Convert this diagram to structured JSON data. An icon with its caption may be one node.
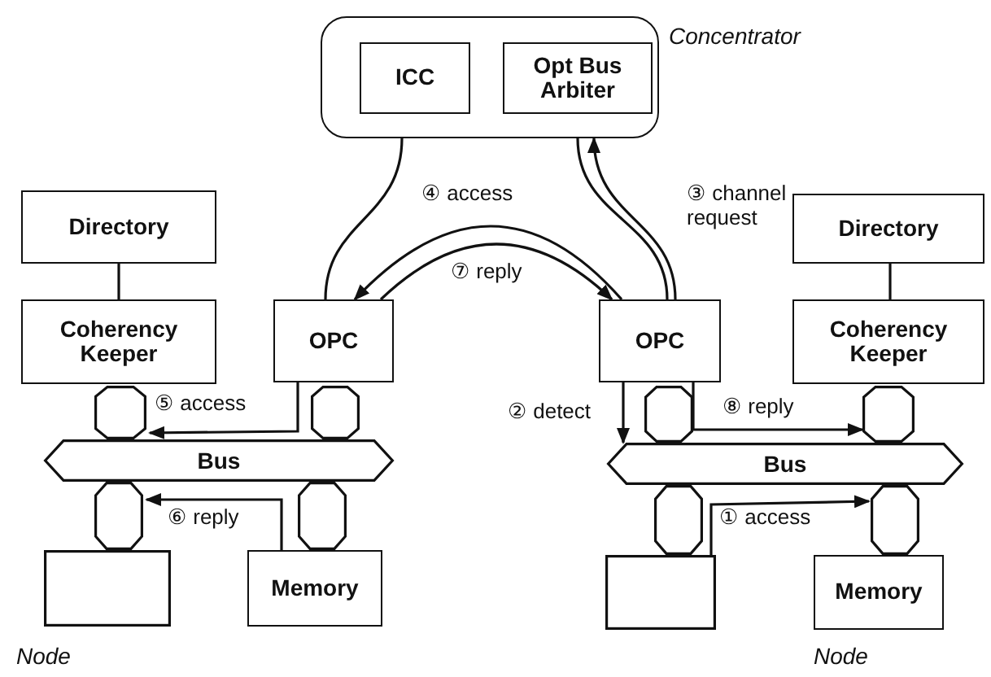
{
  "diagram": {
    "nodes": [
      {
        "text": [
          "Concentrator"
        ]
      },
      {
        "text": [
          "ICC"
        ],
        "in": 0
      },
      {
        "text": [
          "Opt Bus Arbiter"
        ],
        "in": 0
      },
      {
        "text": [
          "Directory"
        ]
      },
      {
        "text": [
          "Directory"
        ]
      },
      {
        "text": [
          "Coherency Keeper"
        ]
      },
      {
        "text": [
          "OPC"
        ]
      },
      {
        "text": [
          "OPC"
        ]
      },
      {
        "text": [
          "Coherency Keeper"
        ]
      },
      {
        "text": [],
        "shape": "hexagon"
      },
      {
        "text": [],
        "shape": "hexagon"
      },
      {
        "text": [],
        "shape": "hexagon"
      },
      {
        "text": [],
        "shape": "hexagon"
      },
      {
        "text": [
          "Bus"
        ]
      },
      {
        "text": [
          "Bus"
        ]
      },
      {
        "text": [],
        "shape": "hexagon"
      },
      {
        "text": [],
        "shape": "hexagon"
      },
      {
        "text": [],
        "shape": "hexagon"
      },
      {
        "text": [],
        "shape": "hexagon"
      },
      {
        "text": [],
        "shape": "box",
        "beside": [
          "Node"
        ]
      },
      {
        "text": [
          "Memory"
        ]
      },
      {
        "text": [],
        "shape": "box"
      },
      {
        "text": [
          "Memory"
        ],
        "beside": [
          "Node"
        ]
      }
    ],
    "edges": [
      {
        "from": 3,
        "to": 5,
        "arrow": "none"
      },
      {
        "from": 4,
        "to": 8,
        "arrow": "none"
      },
      {
        "from": 0,
        "to": 6,
        "arrow": "none"
      },
      {
        "from": 0,
        "to": 7,
        "arrow": "none"
      },
      {
        "from": 7,
        "to": 0,
        "arrow": "to",
        "label": "③ channel request"
      },
      {
        "from": 7,
        "to": 6,
        "arrow": "to",
        "label": "④ access"
      },
      {
        "from": 6,
        "to": 7,
        "arrow": "to",
        "label": "⑦ reply"
      },
      {
        "from": 7,
        "to": 14,
        "arrow": "to",
        "label": "② detect"
      },
      {
        "from": 7,
        "to": 12,
        "arrow": "to",
        "label": "⑧ reply"
      },
      {
        "from": 6,
        "to": 9,
        "arrow": "to",
        "label": "⑤ access"
      },
      {
        "from": 20,
        "to": 15,
        "arrow": "to",
        "label": "⑥ reply"
      },
      {
        "from": 21,
        "to": 18,
        "arrow": "to",
        "label": "① access"
      }
    ]
  }
}
